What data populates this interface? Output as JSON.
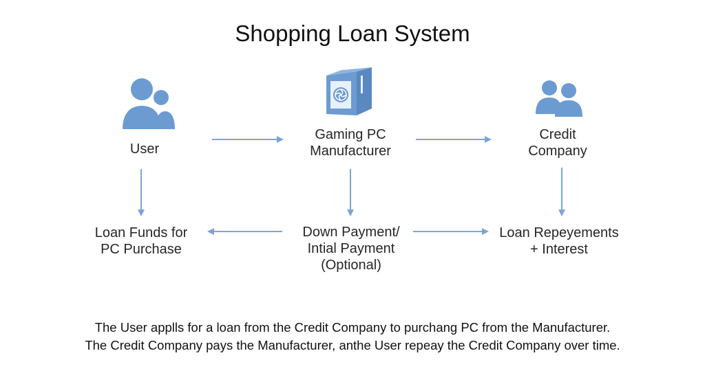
{
  "title": "Shopping Loan System",
  "nodes": {
    "user": {
      "icon": "user-icon",
      "lines": [
        "User"
      ]
    },
    "manufacturer": {
      "icon": "pc-tower-icon",
      "lines": [
        "Gaming PC",
        "Manufacturer"
      ]
    },
    "credit_company": {
      "icon": "group-icon",
      "lines": [
        "Credit",
        "Company"
      ]
    },
    "loan_funds": {
      "lines": [
        "Loan Funds for",
        "PC Purchase"
      ]
    },
    "down_payment": {
      "lines": [
        "Down Payment/",
        "Intial Payment",
        "(Optional)"
      ]
    },
    "repayments": {
      "lines": [
        "Loan Repeyements",
        "+ Interest"
      ]
    }
  },
  "caption": {
    "line1": "The User applls for a loan from the Credit Company to purchang PC from the Manufacturer.",
    "line2": "The Credit Company pays the Manufacturer, anthe User repeay the Credit Company over time."
  },
  "colors": {
    "icon": "#6c9bd2",
    "icon_dark": "#5a89c2",
    "arrow": "#7da4d4"
  }
}
